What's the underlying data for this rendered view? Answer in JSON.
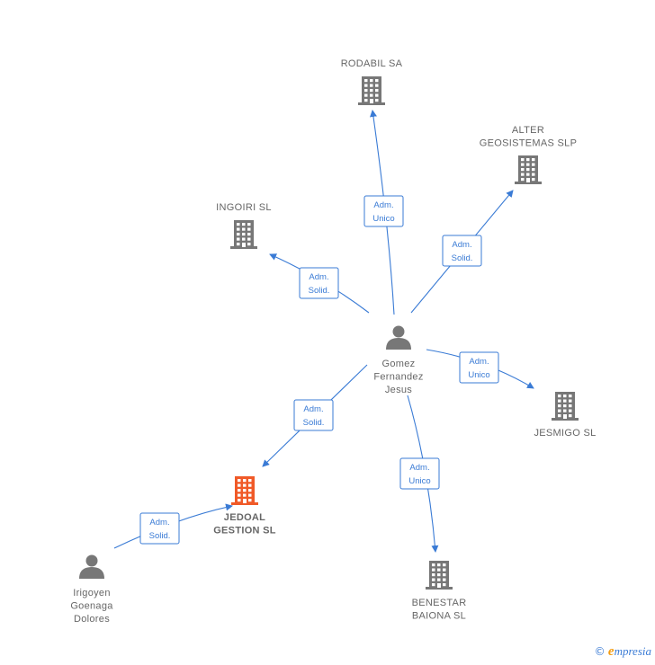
{
  "colors": {
    "edge": "#3a7bd5",
    "building": "#777777",
    "highlight": "#f05a28",
    "person": "#777777"
  },
  "nodes": [
    {
      "id": "rodabil",
      "type": "company",
      "icon": "building-icon",
      "label": [
        "RODABIL SA"
      ]
    },
    {
      "id": "alter",
      "type": "company",
      "icon": "building-icon",
      "label": [
        "ALTER",
        "GEOSISTEMAS SLP"
      ]
    },
    {
      "id": "ingoiri",
      "type": "company",
      "icon": "building-icon",
      "label": [
        "INGOIRI  SL"
      ]
    },
    {
      "id": "gomez",
      "type": "person",
      "icon": "person-icon",
      "label": [
        "Gomez",
        "Fernandez",
        "Jesus"
      ]
    },
    {
      "id": "jesmigo",
      "type": "company",
      "icon": "building-icon",
      "label": [
        "JESMIGO SL"
      ]
    },
    {
      "id": "jedoal",
      "type": "company",
      "icon": "building-icon",
      "highlight": true,
      "label": [
        "JEDOAL",
        "GESTION  SL"
      ]
    },
    {
      "id": "irigoyen",
      "type": "person",
      "icon": "person-icon",
      "label": [
        "Irigoyen",
        "Goenaga",
        "Dolores"
      ]
    },
    {
      "id": "benestar",
      "type": "company",
      "icon": "building-icon",
      "label": [
        "BENESTAR",
        "BAIONA SL"
      ]
    }
  ],
  "edges": [
    {
      "from": "gomez",
      "to": "rodabil",
      "label": [
        "Adm.",
        "Unico"
      ]
    },
    {
      "from": "gomez",
      "to": "alter",
      "label": [
        "Adm.",
        "Solid."
      ]
    },
    {
      "from": "gomez",
      "to": "ingoiri",
      "label": [
        "Adm.",
        "Solid."
      ]
    },
    {
      "from": "gomez",
      "to": "jesmigo",
      "label": [
        "Adm.",
        "Unico"
      ]
    },
    {
      "from": "gomez",
      "to": "jedoal",
      "label": [
        "Adm.",
        "Solid."
      ]
    },
    {
      "from": "gomez",
      "to": "benestar",
      "label": [
        "Adm.",
        "Unico"
      ]
    },
    {
      "from": "irigoyen",
      "to": "jedoal",
      "label": [
        "Adm.",
        "Solid."
      ]
    }
  ],
  "footer": {
    "copyright": "©",
    "brand_initial": "e",
    "brand_rest": "mpresia"
  }
}
